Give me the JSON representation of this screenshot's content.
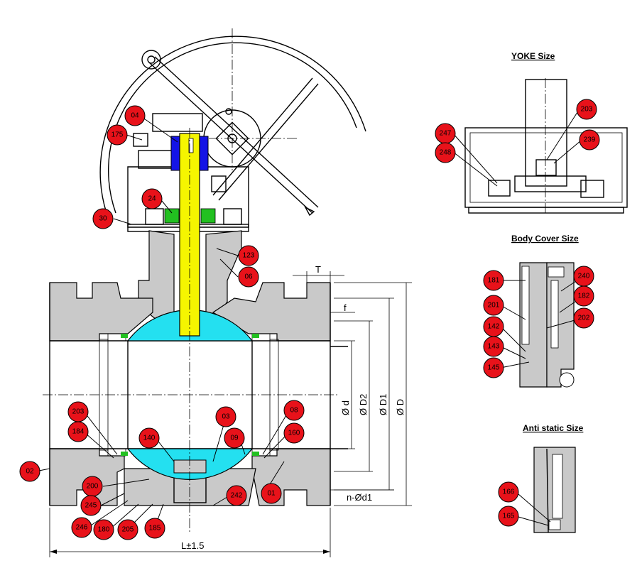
{
  "section_titles": {
    "yoke": "YOKE Size",
    "body_cover": "Body Cover Size",
    "anti_static": "Anti static Size"
  },
  "dimensions": {
    "length": "L±1.5",
    "T": "T",
    "f": "f",
    "d": "Ø d",
    "D2": "Ø D2",
    "D1": "Ø D1",
    "D": "Ø D",
    "bolt_holes": "n-Ød1"
  },
  "callouts": {
    "c04": "04",
    "c175": "175",
    "c24": "24",
    "c30": "30",
    "c123": "123",
    "c06": "06",
    "c203m": "203",
    "c184": "184",
    "c03": "03",
    "c08": "08",
    "c140": "140",
    "c09": "09",
    "c160": "160",
    "c02": "02",
    "c200": "200",
    "c245": "245",
    "c246": "246",
    "c180": "180",
    "c205": "205",
    "c185": "185",
    "c242": "242",
    "c01": "01",
    "c203y": "203",
    "c247": "247",
    "c239": "239",
    "c248": "248",
    "c181": "181",
    "c240": "240",
    "c182": "182",
    "c201": "201",
    "c202": "202",
    "c142": "142",
    "c143": "143",
    "c145": "145",
    "c166": "166",
    "c165": "165"
  },
  "colors": {
    "callout_fill": "#e8121a",
    "stem": "#f5f500",
    "ball": "#24e0f0",
    "bushing": "#1414e6",
    "seal": "#22c020",
    "body": "#c9c9c9"
  }
}
